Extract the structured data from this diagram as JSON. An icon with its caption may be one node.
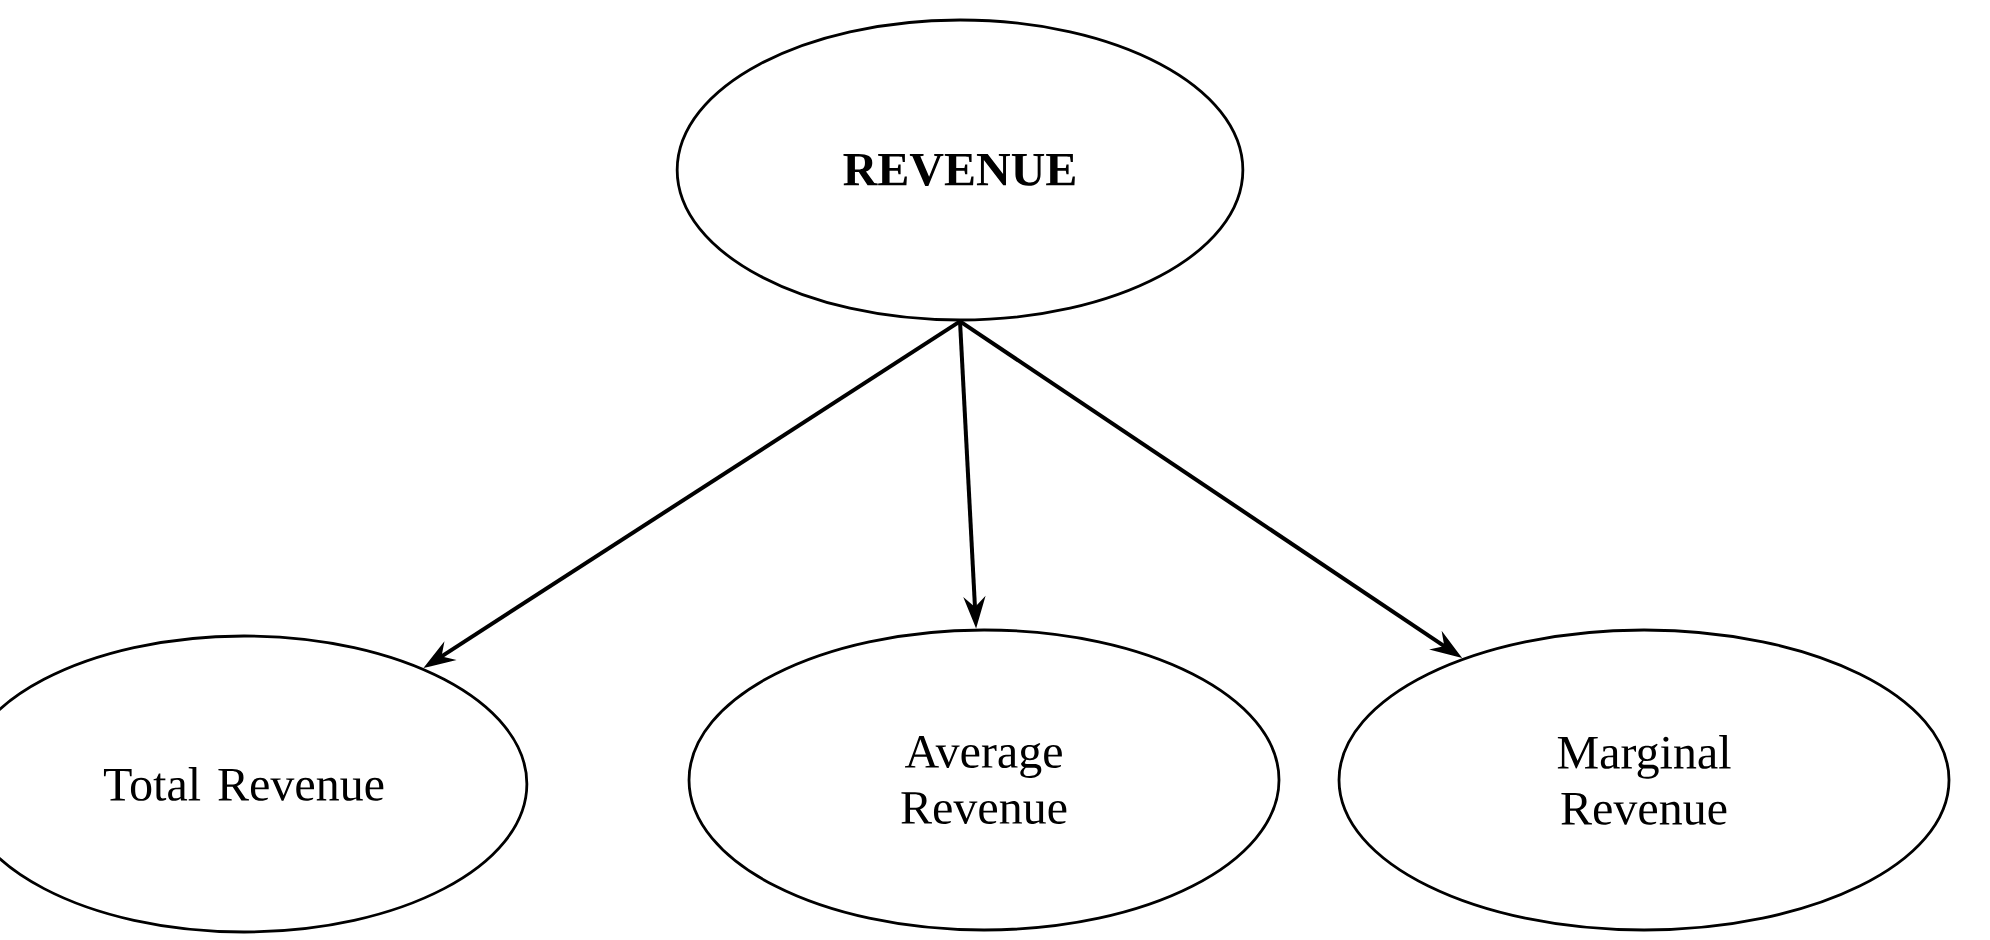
{
  "diagram": {
    "nodes": [
      {
        "text": [
          "REVENUE"
        ]
      },
      {
        "text": [
          "Total Revenue"
        ]
      },
      {
        "text": [
          "Average Revenue"
        ]
      },
      {
        "text": [
          "Marginal Revenue"
        ]
      }
    ],
    "edges": [
      {
        "from": 0,
        "to": 1,
        "arrow": "to"
      },
      {
        "from": 0,
        "to": 2,
        "arrow": "to"
      },
      {
        "from": 0,
        "to": 3,
        "arrow": "to"
      }
    ]
  }
}
